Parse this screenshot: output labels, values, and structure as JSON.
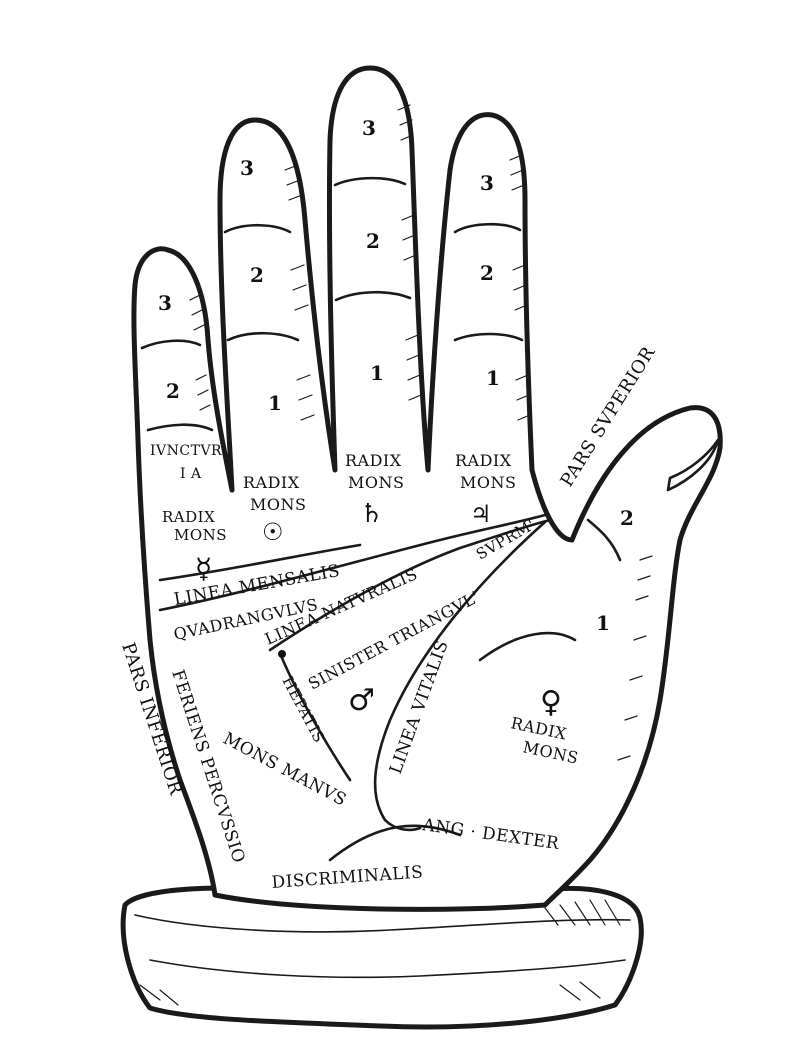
{
  "labels": {
    "iunctura_line1": "IVNCTVR",
    "iunctura_line2": "I A",
    "radix_mons_little_1": "RADIX",
    "radix_mons_little_2": "MONS",
    "radix_mons_ring_1": "RADIX",
    "radix_mons_ring_2": "MONS",
    "radix_mons_middle_1": "RADIX",
    "radix_mons_middle_2": "MONS",
    "radix_mons_index_1": "RADIX",
    "radix_mons_index_2": "MONS",
    "linea_mensalis": "LINEA MENSALIS",
    "quadrangulus": "QVADRANGVLVS",
    "linea_naturalis": "LINEA NATVRALIS",
    "sinister_triangulus": "SINISTER TRIANGVL'",
    "superior": "SVPRM'",
    "pars_superior": "PARS SVPERIOR",
    "pars_inferior": "PARS INFERIOR",
    "feriens_percussio": "FERIENS PERCVSSIO",
    "hepatis": "HEPATIS",
    "linea_vitalis": "LINEA VITALIS",
    "mons_manus": "MONS MANVS",
    "ang_dexter": "ANG · DEXTER",
    "discriminalis": "DISCRIMINALIS",
    "radix_mons_thumb_1": "RADIX",
    "radix_mons_thumb_2": "MONS"
  },
  "phalanx_numbers": {
    "little_3": "3",
    "little_2": "2",
    "ring_3": "3",
    "ring_2": "2",
    "ring_1": "1",
    "middle_3": "3",
    "middle_2": "2",
    "middle_1": "1",
    "index_3": "3",
    "index_2": "2",
    "index_1": "1",
    "thumb_2": "2",
    "thumb_1": "1"
  },
  "symbols": {
    "mercury": "☿",
    "sun": "☉",
    "saturn": "♄",
    "jupiter": "♃",
    "mars": "♂",
    "venus": "♀"
  },
  "icon_names": [
    "hand-outline-icon",
    "mercury-icon",
    "sun-icon",
    "saturn-icon",
    "jupiter-icon",
    "mars-icon",
    "venus-icon"
  ]
}
